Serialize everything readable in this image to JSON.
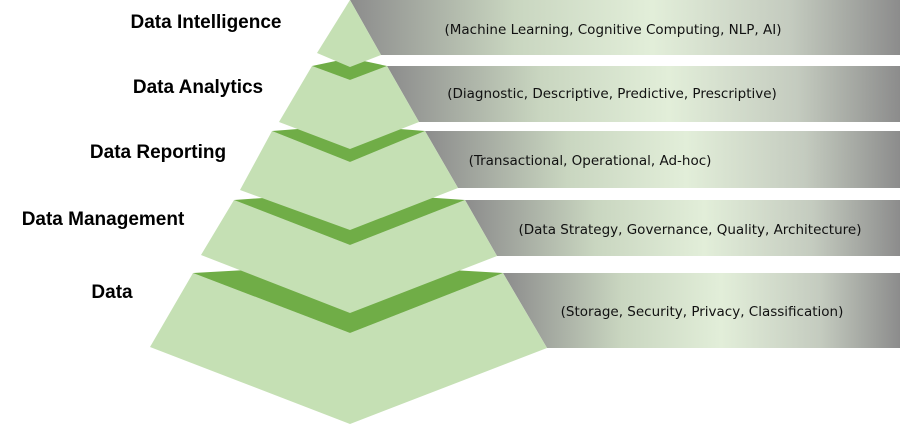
{
  "diagram": {
    "type": "pyramid",
    "colors": {
      "layer": "#c5e0b4",
      "layer_top": "#70ad47",
      "band_edge": "#8c8c8c",
      "band_center": "#e2eed9"
    },
    "levels": [
      {
        "label": "Data Intelligence",
        "description": "(Machine Learning, Cognitive Computing, NLP, AI)"
      },
      {
        "label": "Data Analytics",
        "description": "(Diagnostic, Descriptive, Predictive, Prescriptive)"
      },
      {
        "label": "Data Reporting",
        "description": "(Transactional, Operational, Ad-hoc)"
      },
      {
        "label": "Data Management",
        "description": "(Data Strategy, Governance, Quality, Architecture)"
      },
      {
        "label": "Data",
        "description": "(Storage, Security, Privacy, Classification)"
      }
    ]
  }
}
